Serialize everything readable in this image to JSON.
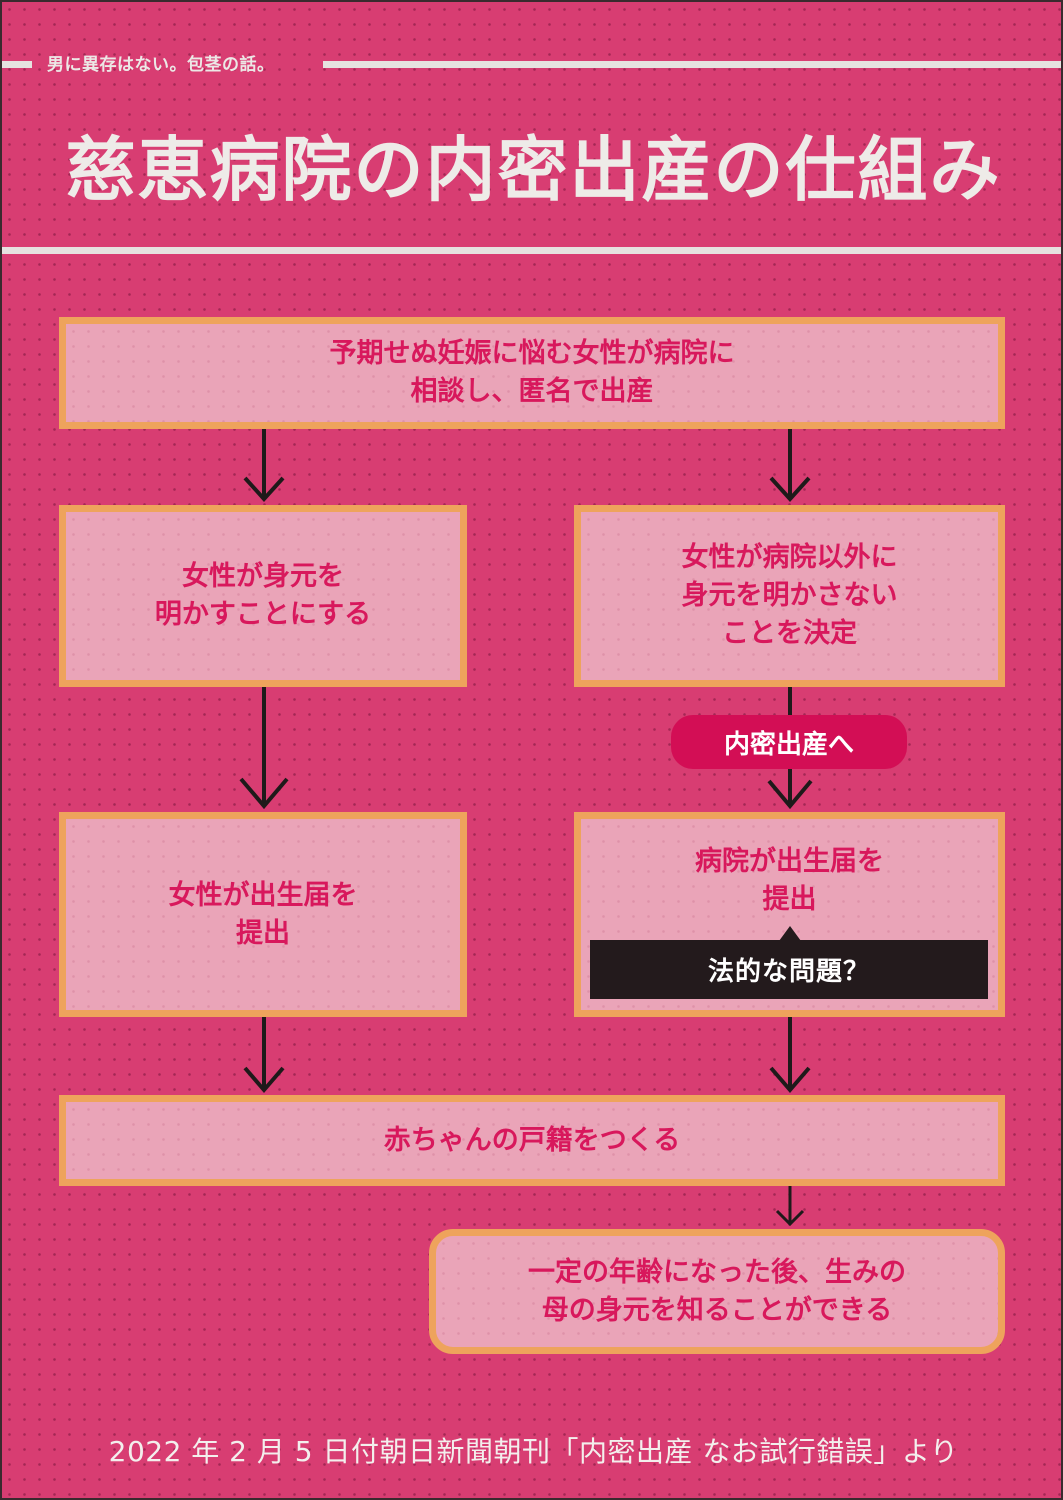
{
  "header": {
    "subtitle": "男に異存はない。包茎の話。",
    "title": "慈恵病院の内密出産の仕組み"
  },
  "flow": {
    "step1": {
      "line1": "予期せぬ妊娠に悩む女性が病院に",
      "line2": "相談し、匿名で出産"
    },
    "left_step2": {
      "line1": "女性が身元を",
      "line2": "明かすことにする"
    },
    "right_step2": {
      "line1": "女性が病院以外に",
      "line2": "身元を明かさない",
      "line3": "ことを決定"
    },
    "pill_label": "内密出産へ",
    "left_step3": {
      "line1": "女性が出生届を",
      "line2": "提出"
    },
    "right_step3": {
      "line1": "病院が出生届を",
      "line2": "提出"
    },
    "legal_issue_label": "法的な問題？",
    "step4": {
      "line1": "赤ちゃんの戸籍をつくる"
    },
    "step5": {
      "line1": "一定の年齢になった後、生みの",
      "line2": "母の身元を知ることができる"
    }
  },
  "footer": {
    "source": "2022 年 2 月 5 日付朝日新聞朝刊「内密出産 なお試行錯誤」より"
  },
  "colors": {
    "background": "#d83d72",
    "box_fill": "#eaa4b8",
    "box_border": "#eea35c",
    "box_text": "#d8185c",
    "pill": "#d30e55",
    "banner": "#231a1c",
    "arrow": "#1e1a1a"
  }
}
